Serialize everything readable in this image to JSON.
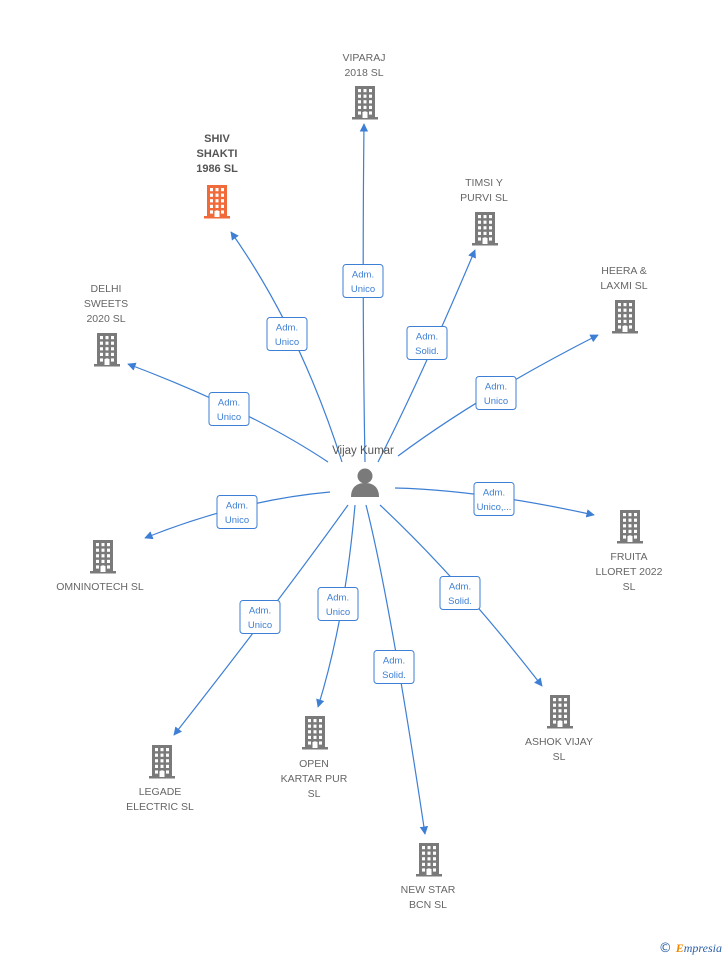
{
  "center": {
    "label": "Vijay Kumar",
    "icon": "person-icon"
  },
  "colors": {
    "edge": "#3d7fd4",
    "building": "#7a7a7a",
    "building_highlight": "#f06a3a",
    "text": "#666666"
  },
  "nodes": [
    {
      "id": "viparaj",
      "lines": [
        "VIPARAJ",
        "2018  SL"
      ],
      "icon": "building-icon",
      "highlight": false
    },
    {
      "id": "shiv",
      "lines": [
        "SHIV",
        "SHAKTI",
        "1986  SL"
      ],
      "icon": "building-icon",
      "highlight": true
    },
    {
      "id": "timsi",
      "lines": [
        "TIMSI Y",
        "PURVI  SL"
      ],
      "icon": "building-icon",
      "highlight": false
    },
    {
      "id": "heera",
      "lines": [
        "HEERA &",
        "LAXMI  SL"
      ],
      "icon": "building-icon",
      "highlight": false
    },
    {
      "id": "delhi",
      "lines": [
        "DELHI",
        "SWEETS",
        "2020  SL"
      ],
      "icon": "building-icon",
      "highlight": false
    },
    {
      "id": "omninotech",
      "lines": [
        "OMNINOTECH SL"
      ],
      "icon": "building-icon",
      "highlight": false
    },
    {
      "id": "fruita",
      "lines": [
        "FRUITA",
        "LLORET 2022",
        "SL"
      ],
      "icon": "building-icon",
      "highlight": false
    },
    {
      "id": "ashok",
      "lines": [
        "ASHOK VIJAY",
        "SL"
      ],
      "icon": "building-icon",
      "highlight": false
    },
    {
      "id": "legade",
      "lines": [
        "LEGADE",
        "ELECTRIC  SL"
      ],
      "icon": "building-icon",
      "highlight": false
    },
    {
      "id": "open",
      "lines": [
        "OPEN",
        "KARTAR PUR",
        "SL"
      ],
      "icon": "building-icon",
      "highlight": false
    },
    {
      "id": "newstar",
      "lines": [
        "NEW STAR",
        "BCN SL"
      ],
      "icon": "building-icon",
      "highlight": false
    }
  ],
  "edges": [
    {
      "to": "viparaj",
      "lines": [
        "Adm.",
        "Unico"
      ]
    },
    {
      "to": "shiv",
      "lines": [
        "Adm.",
        "Unico"
      ]
    },
    {
      "to": "timsi",
      "lines": [
        "Adm.",
        "Solid."
      ]
    },
    {
      "to": "heera",
      "lines": [
        "Adm.",
        "Unico"
      ]
    },
    {
      "to": "delhi",
      "lines": [
        "Adm.",
        "Unico"
      ]
    },
    {
      "to": "omninotech",
      "lines": [
        "Adm.",
        "Unico"
      ]
    },
    {
      "to": "fruita",
      "lines": [
        "Adm.",
        "Unico,..."
      ]
    },
    {
      "to": "ashok",
      "lines": [
        "Adm.",
        "Solid."
      ]
    },
    {
      "to": "legade",
      "lines": [
        "Adm.",
        "Unico"
      ]
    },
    {
      "to": "open",
      "lines": [
        "Adm.",
        "Unico"
      ]
    },
    {
      "to": "newstar",
      "lines": [
        "Adm.",
        "Solid."
      ]
    }
  ],
  "footer": {
    "copyright": "©",
    "brand_first": "E",
    "brand_rest": "mpresia"
  }
}
